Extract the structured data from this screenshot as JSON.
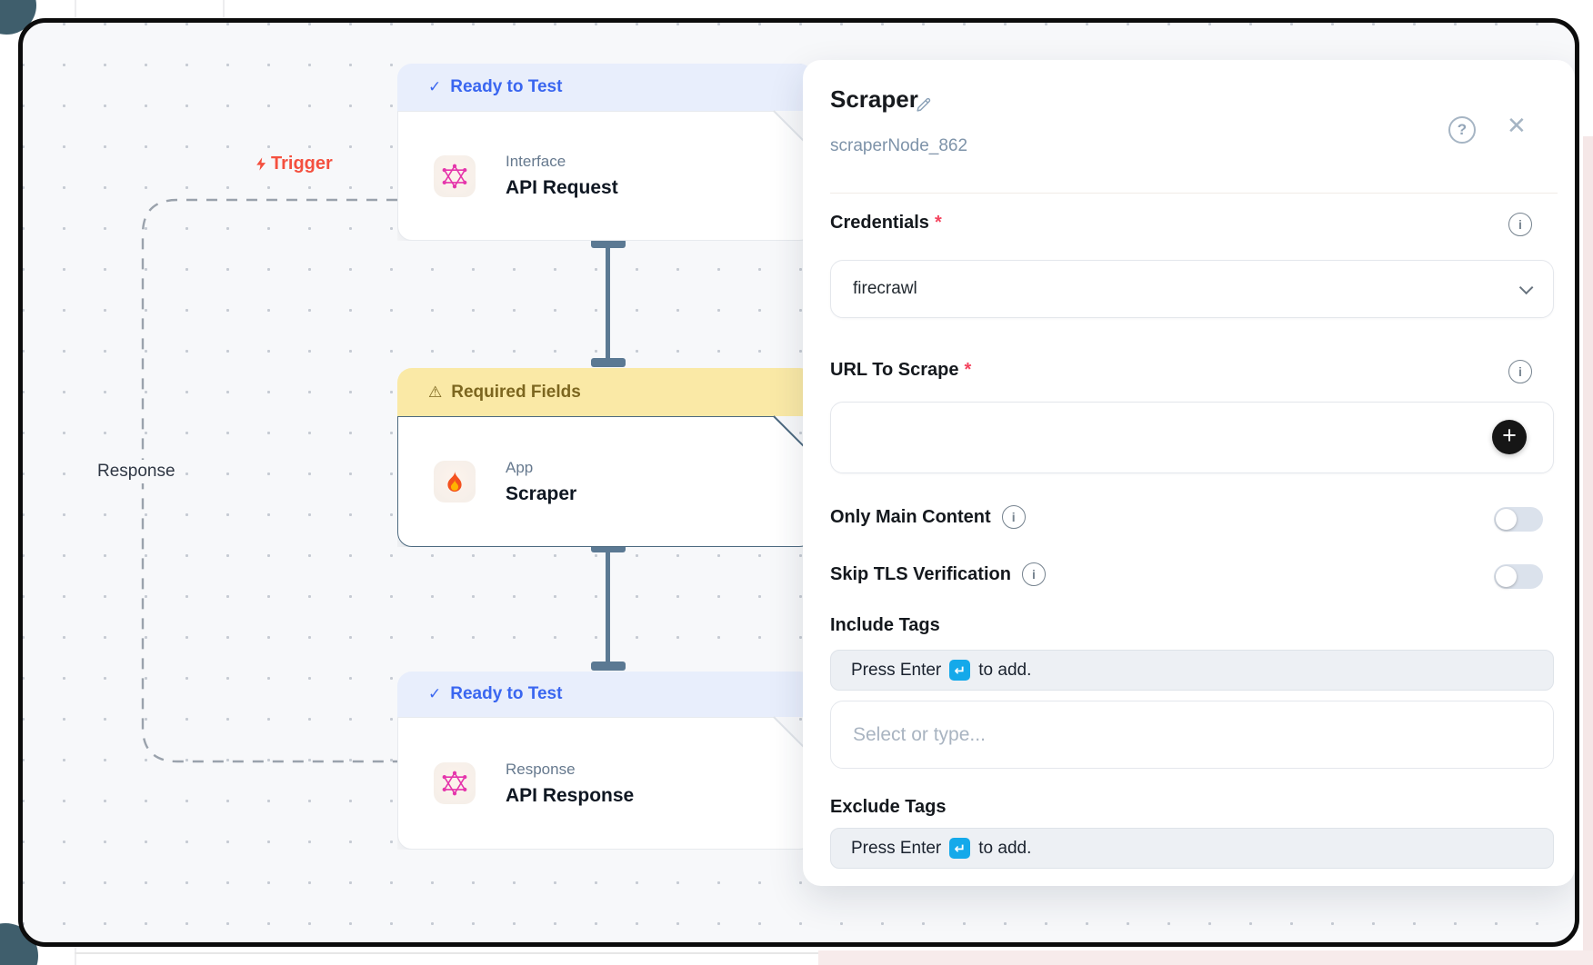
{
  "canvas": {
    "trigger_label": "Trigger",
    "response_label": "Response",
    "nodes": [
      {
        "status": "Ready to Test",
        "type_label": "Interface",
        "title": "API Request"
      },
      {
        "status": "Required Fields",
        "type_label": "App",
        "title": "Scraper"
      },
      {
        "status": "Ready to Test",
        "type_label": "Response",
        "title": "API Response"
      }
    ]
  },
  "panel": {
    "title": "Scraper",
    "node_id": "scraperNode_862",
    "required_mark": "*",
    "credentials": {
      "label": "Credentials",
      "value": "firecrawl"
    },
    "url": {
      "label": "URL To Scrape",
      "value": ""
    },
    "toggles": [
      {
        "label": "Only Main Content",
        "on": false
      },
      {
        "label": "Skip TLS Verification",
        "on": false
      }
    ],
    "include_tags": {
      "label": "Include Tags",
      "hint_before": "Press Enter",
      "hint_after": "to add.",
      "placeholder": "Select or type..."
    },
    "exclude_tags": {
      "label": "Exclude Tags",
      "hint_before": "Press Enter",
      "hint_after": "to add."
    }
  },
  "colors": {
    "ready_badge_text": "#3a66f0",
    "ready_badge_bg": "#e8eefc",
    "warning_badge_bg": "#fae9a6",
    "warning_badge_text": "#7c661f",
    "trigger": "#f4503f",
    "connector": "#5b7993",
    "enter_key": "#14a9ea",
    "node_icon_pink": "#e535ab",
    "frame_border": "#0c0c0c"
  }
}
